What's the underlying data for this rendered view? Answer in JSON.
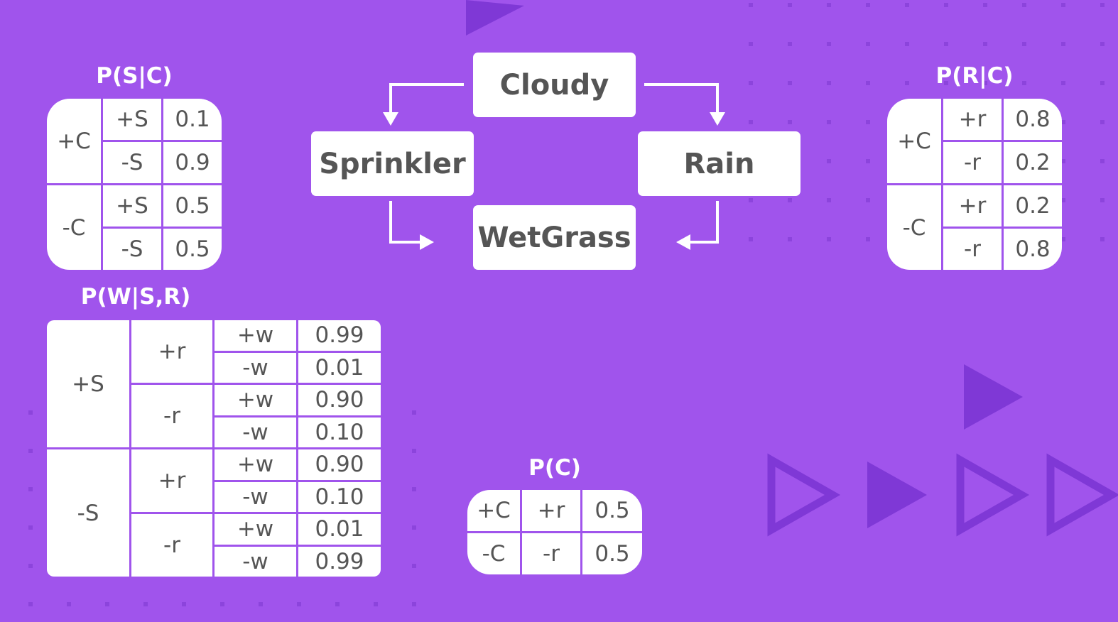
{
  "nodes": {
    "cloudy": "Cloudy",
    "sprinkler": "Sprinkler",
    "rain": "Rain",
    "wetgrass": "WetGrass"
  },
  "tables": {
    "p_s_given_c": {
      "title": "P(S|C)",
      "rows": [
        [
          "+C",
          "+S",
          "0.1"
        ],
        [
          "+C",
          "-S",
          "0.9"
        ],
        [
          "-C",
          "+S",
          "0.5"
        ],
        [
          "-C",
          "-S",
          "0.5"
        ]
      ]
    },
    "p_r_given_c": {
      "title": "P(R|C)",
      "rows": [
        [
          "+C",
          "+r",
          "0.8"
        ],
        [
          "+C",
          "-r",
          "0.2"
        ],
        [
          "-C",
          "+r",
          "0.2"
        ],
        [
          "-C",
          "-r",
          "0.8"
        ]
      ]
    },
    "p_w_given_s_r": {
      "title": "P(W|S,R)",
      "rows": [
        [
          "+S",
          "+r",
          "+w",
          "0.99"
        ],
        [
          "+S",
          "+r",
          "-w",
          "0.01"
        ],
        [
          "+S",
          "-r",
          "+w",
          "0.90"
        ],
        [
          "+S",
          "-r",
          "-w",
          "0.10"
        ],
        [
          "-S",
          "+r",
          "+w",
          "0.90"
        ],
        [
          "-S",
          "+r",
          "-w",
          "0.10"
        ],
        [
          "-S",
          "-r",
          "+w",
          "0.01"
        ],
        [
          "-S",
          "-r",
          "-w",
          "0.99"
        ]
      ]
    },
    "p_c": {
      "title": "P(C)",
      "rows": [
        [
          "+C",
          "+r",
          "0.5"
        ],
        [
          "-C",
          "-r",
          "0.5"
        ]
      ]
    }
  },
  "colors": {
    "background": "#a054ec",
    "decoration": "#7f38d6",
    "cell": "#ffffff",
    "text": "#555555",
    "title": "#ffffff"
  }
}
